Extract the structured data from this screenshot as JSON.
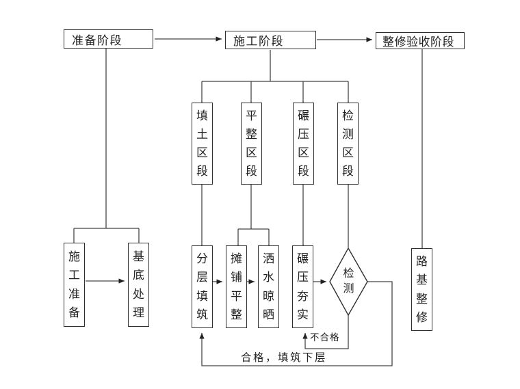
{
  "flowchart": {
    "stages": {
      "prep": "准备阶段",
      "construction": "施工阶段",
      "acceptance": "整修验收阶段"
    },
    "sections": [
      "填土区段",
      "平整区段",
      "碾压区段",
      "检测区段"
    ],
    "prep_steps": [
      "施工准备",
      "基底处理"
    ],
    "process_steps": [
      "分层填筑",
      "摊铺平整",
      "洒水晾晒",
      "碾压夯实"
    ],
    "decision": "检测",
    "acceptance_step": "路基整修",
    "edge_labels": {
      "fail": "不合格",
      "pass": "合格，填筑下层"
    },
    "colors": {
      "line": "#454545",
      "border": "#2e2e2e",
      "background": "#ffffff",
      "text": "#222222"
    }
  }
}
